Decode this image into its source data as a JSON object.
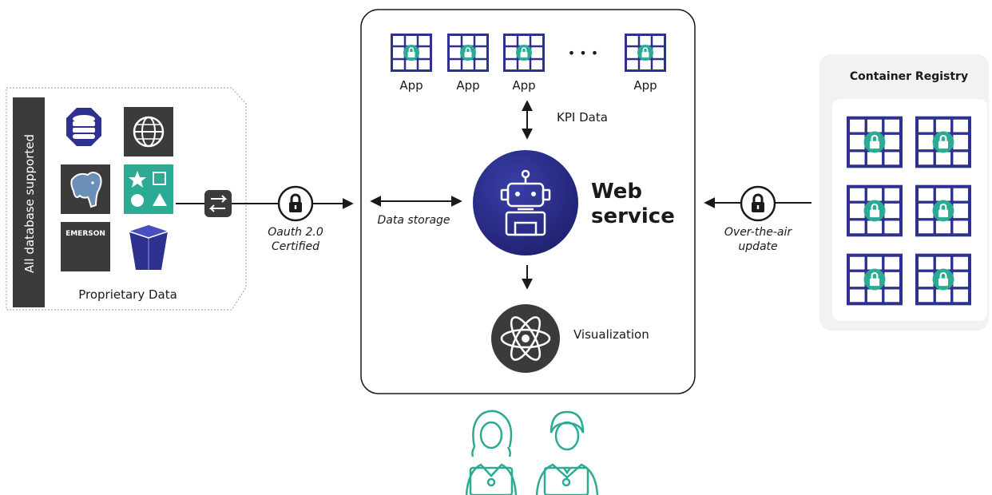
{
  "left_panel": {
    "side_label": "All database supported",
    "caption": "Proprietary Data",
    "tiles": [
      {
        "icon": "database-icon",
        "color": "#2e3190"
      },
      {
        "icon": "globe-icon",
        "color": "#3b3b3b"
      },
      {
        "icon": "postgresql-icon",
        "color": "#3b3b3b"
      },
      {
        "icon": "shapes-icon",
        "color": "#2bab93"
      },
      {
        "icon": "emerson-logo",
        "text": "EMERSON",
        "color": "#3b3b3b"
      },
      {
        "icon": "bucket-icon",
        "color": "#2e3190"
      }
    ]
  },
  "connectors": {
    "oauth_line1": "Oauth 2.0",
    "oauth_line2": "Certified",
    "data_storage": "Data storage",
    "kpi_data": "KPI Data",
    "ota_line1": "Over-the-air",
    "ota_line2": "update"
  },
  "web_service": {
    "apps": [
      "App",
      "App",
      "App",
      "App"
    ],
    "ellipsis": "• • •",
    "title_line1": "Web",
    "title_line2": "service",
    "visualization": "Visualization"
  },
  "container_registry": {
    "title": "Container Registry",
    "container_count": 6
  },
  "colors": {
    "navy": "#2e3190",
    "teal": "#2bab93",
    "dark": "#3b3b3b",
    "panel_gray": "#f2f2f2"
  }
}
